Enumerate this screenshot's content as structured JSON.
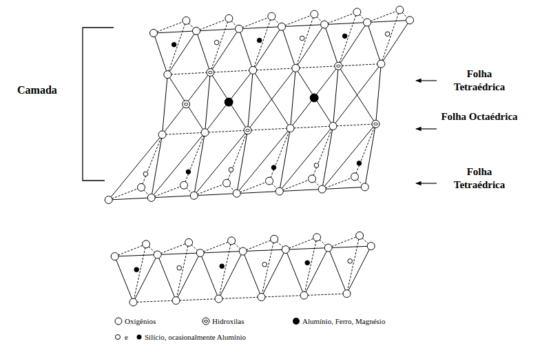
{
  "diagram": {
    "labels": [
      "Camada",
      "Folha Tetraédrica",
      "Folha Octaédrica",
      "Folha Tetraédrica",
      "e"
    ],
    "legend": [
      {
        "text": "Oxigênios"
      },
      {
        "text": "Hidroxilas"
      },
      {
        "text": "Alumínio, Ferro, Magnésio"
      },
      {
        "text": "Silício, ocasionalmente Alumínio"
      }
    ]
  }
}
